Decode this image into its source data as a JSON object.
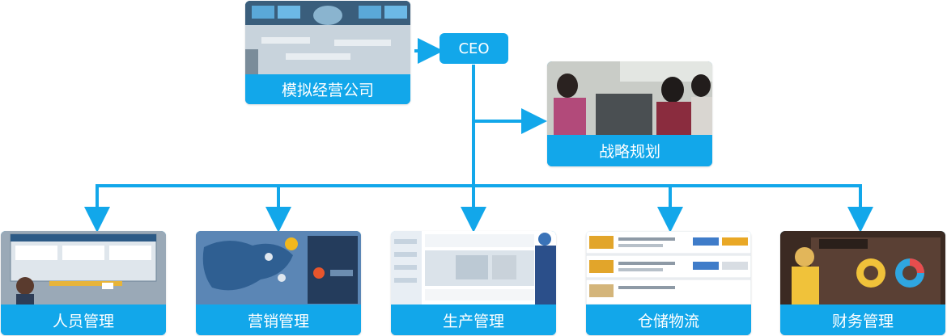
{
  "ceo": {
    "label": "CEO"
  },
  "top_cards": {
    "company": {
      "label": "模拟经营公司"
    },
    "strategy": {
      "label": "战略规划"
    }
  },
  "bottom_cards": [
    {
      "label": "人员管理"
    },
    {
      "label": "营销管理"
    },
    {
      "label": "生产管理"
    },
    {
      "label": "仓储物流"
    },
    {
      "label": "财务管理"
    }
  ],
  "colors": {
    "accent": "#12a7ea",
    "line": "#12a7ea"
  }
}
